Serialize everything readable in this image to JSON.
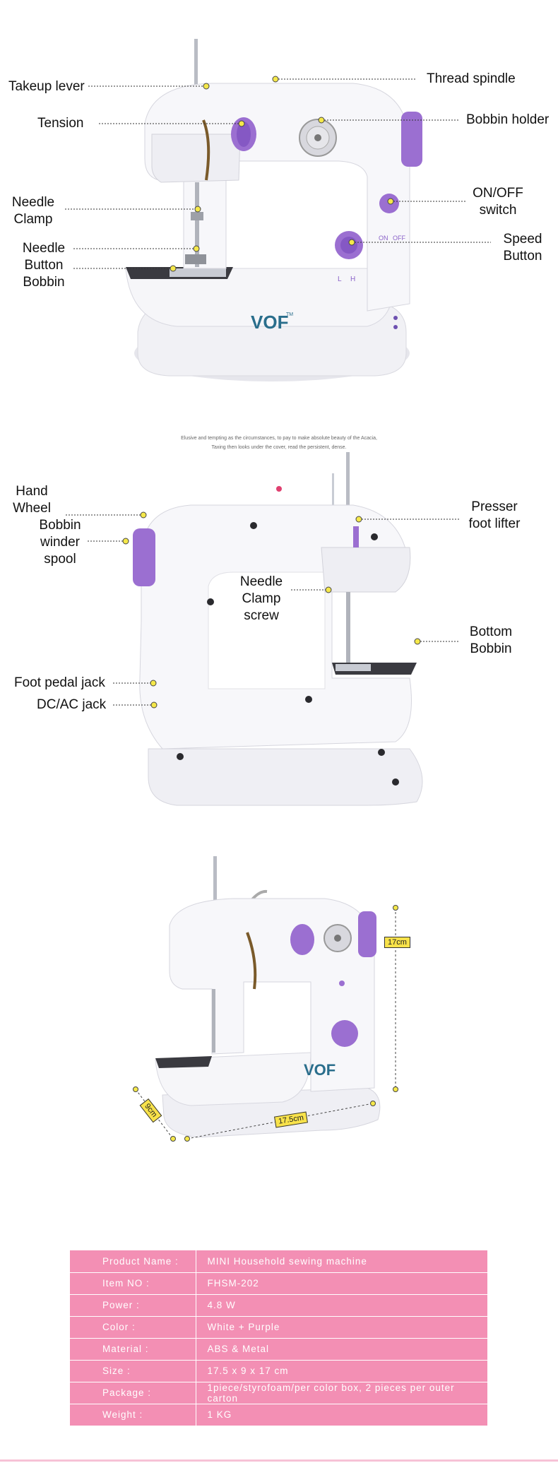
{
  "brand": {
    "logo_text": "VOF",
    "tm": "TM"
  },
  "section1": {
    "callouts": {
      "takeup_lever": "Takeup lever",
      "thread_spindle": "Thread spindle",
      "tension": "Tension",
      "bobbin_holder": "Bobbin holder",
      "needle_clamp": "Needle\nClamp",
      "onoff_switch": "ON/OFF\nswitch",
      "needle_button_bobbin": "Needle\nButton\nBobbin",
      "speed_button": "Speed\nButton"
    },
    "switch_labels": {
      "on": "ON",
      "off": "OFF",
      "low": "L",
      "high": "H"
    }
  },
  "tagline": {
    "line1": "Elusive and tempting as the circumstances, to pay to make absolute beauty of the Acacia,",
    "line2": "Taxing then looks under the cover, read the persistent, dense."
  },
  "section2": {
    "callouts": {
      "hand_wheel": "Hand\nWheel",
      "bobbin_winder_spool": "Bobbin\nwinder\nspool",
      "presser_foot_lifter": "Presser\nfoot lifter",
      "needle_clamp_screw": "Needle\nClamp\nscrew",
      "bottom_bobbin": "Bottom\nBobbin",
      "foot_pedal_jack": "Foot pedal jack",
      "dcac_jack": "DC/AC jack"
    }
  },
  "section3": {
    "dimensions": {
      "height": "17cm",
      "width": "17.5cm",
      "depth": "9cm"
    }
  },
  "specs": [
    {
      "key": "Product Name :",
      "value": "MINI Household sewing machine"
    },
    {
      "key": "Item NO :",
      "value": "FHSM-202"
    },
    {
      "key": "Power :",
      "value": "4.8 W"
    },
    {
      "key": "Color :",
      "value": "White + Purple"
    },
    {
      "key": "Material :",
      "value": "ABS & Metal"
    },
    {
      "key": "Size :",
      "value": "17.5 x 9 x 17 cm"
    },
    {
      "key": "Package :",
      "value": "1piece/styrofoam/per color box, 2 pieces per outer carton"
    },
    {
      "key": "Weight :",
      "value": "1 KG"
    }
  ],
  "colors": {
    "purple": "#9b6fd1",
    "purple_dark": "#7a4fb8",
    "callout_dot": "#f5e84a",
    "table_pink": "#f38fb4",
    "machine_white": "#f4f4f7"
  }
}
